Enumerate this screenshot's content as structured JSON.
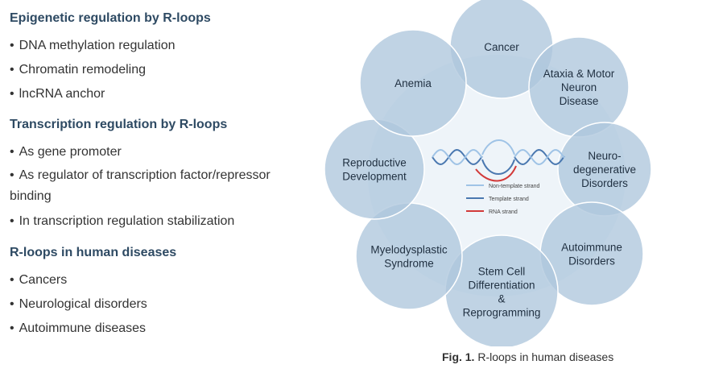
{
  "sections": [
    {
      "title": "Epigenetic regulation by R-loops",
      "items": [
        "DNA methylation regulation",
        "Chromatin remodeling",
        "lncRNA anchor"
      ]
    },
    {
      "title": "Transcription regulation by R-loops",
      "items": [
        "As gene promoter",
        "As regulator of transcription factor/repressor binding",
        "In transcription regulation stabilization"
      ]
    },
    {
      "title": "R-loops in human diseases",
      "items": [
        "Cancers",
        "Neurological disorders",
        "Autoimmune diseases"
      ]
    }
  ],
  "diagram": {
    "circle_fill": "#aec6dc",
    "circles": [
      {
        "lines": [
          "Cancer"
        ]
      },
      {
        "lines": [
          "Ataxia & Motor",
          "Neuron",
          "Disease"
        ]
      },
      {
        "lines": [
          "Neuro-",
          "degenerative",
          "Disorders"
        ]
      },
      {
        "lines": [
          "Autoimmune",
          "Disorders"
        ]
      },
      {
        "lines": [
          "Stem Cell",
          "Differentiation",
          "&",
          "Reprogramming"
        ]
      },
      {
        "lines": [
          "Myelodysplastic",
          "Syndrome"
        ]
      },
      {
        "lines": [
          "Reproductive",
          "Development"
        ]
      },
      {
        "lines": [
          "Anemia"
        ]
      }
    ],
    "legend": [
      {
        "label": "Non-template strand",
        "color": "#9fc3e6"
      },
      {
        "label": "Template strand",
        "color": "#4a78b0"
      },
      {
        "label": "RNA strand",
        "color": "#d23a3a"
      }
    ]
  },
  "caption": {
    "bold": "Fig. 1.",
    "text": "R-loops in human diseases"
  }
}
